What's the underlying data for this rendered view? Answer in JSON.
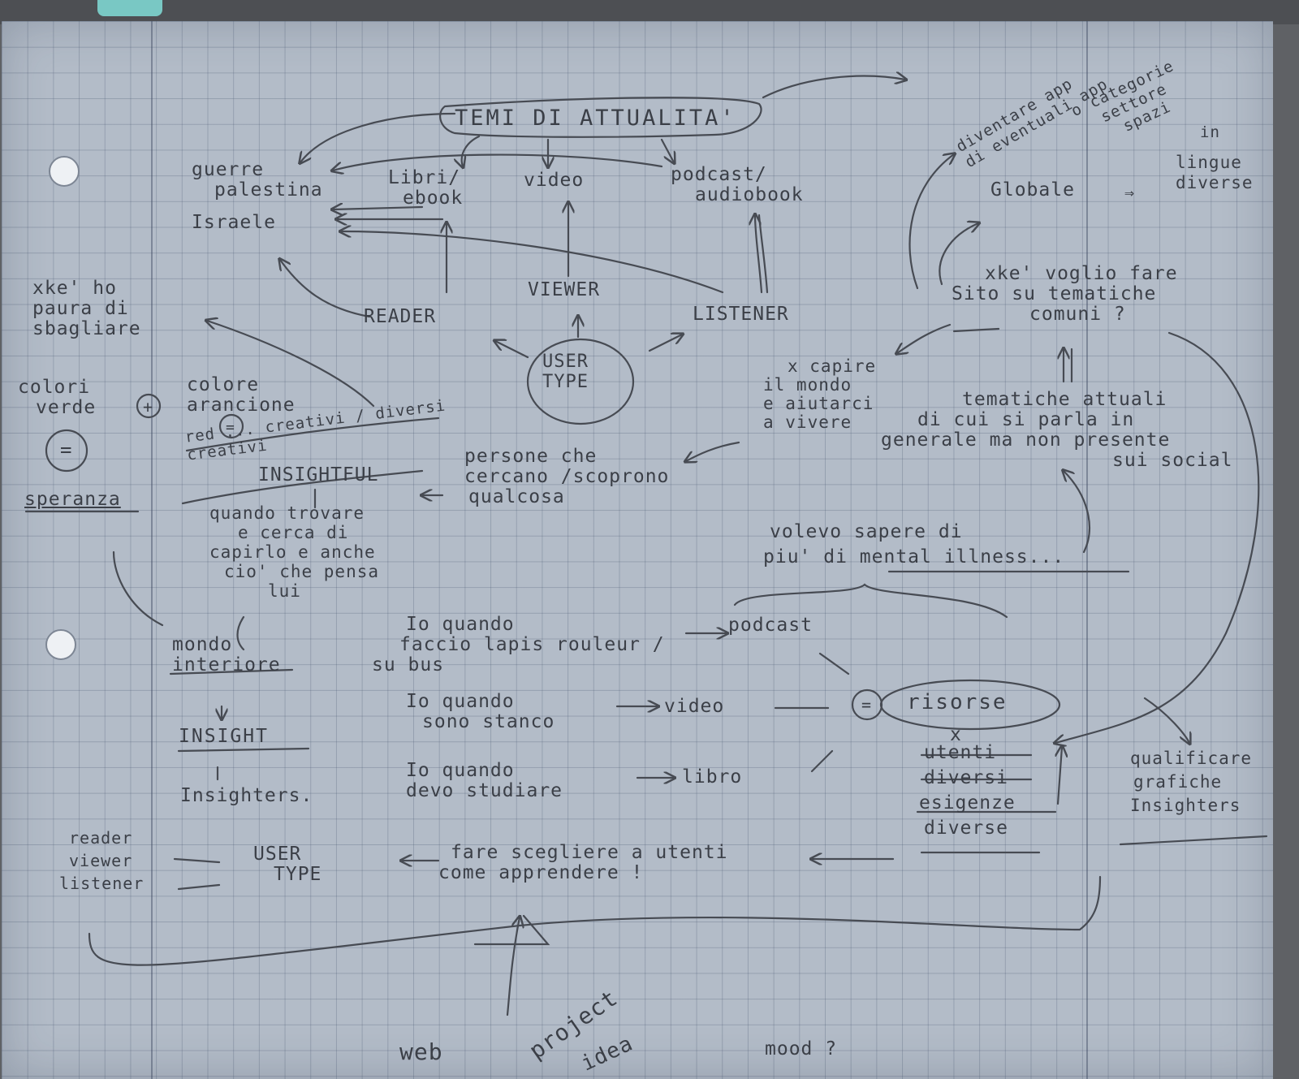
{
  "center": {
    "line1": "USER",
    "line2": "TYPE"
  },
  "top": {
    "title": "TEMI DI ATTUALITA'"
  },
  "topics": {
    "left": [
      "guerre",
      "palestina",
      "Israele"
    ],
    "books": [
      "Libri/",
      "ebook"
    ],
    "video": "video",
    "podcast": [
      "podcast/",
      "audiobook"
    ]
  },
  "users": {
    "reader": "READER",
    "viewer": "VIEWER",
    "listener": "LISTENER"
  },
  "left_notes": {
    "why": [
      "xke' ho",
      "paura di",
      "sbagliare"
    ],
    "colori": [
      "colori",
      "verde"
    ],
    "speranza": "speranza",
    "icon_plus": "+",
    "icon_equals": "=",
    "colore": [
      "colore",
      "arancione"
    ],
    "creativi": [
      "red ... creativi / diversi",
      "creativi"
    ],
    "insightful": "INSIGHTFUL",
    "insightful_desc": [
      "quando trovare",
      "e cerca di",
      "capirlo e anche",
      "cio' che pensa",
      "lui"
    ],
    "persone": [
      "persone che",
      "cercano /scoprono",
      "qualcosa"
    ]
  },
  "right_top": {
    "diagonal": [
      "diventare app",
      "di eventuali app",
      "o categorie",
      "settore",
      "spazi",
      "in"
    ],
    "globale": "Globale",
    "lingue": [
      "lingue",
      "diverse"
    ],
    "xke": [
      "xke' voglio fare",
      "Sito su tematiche",
      "comuni ?"
    ]
  },
  "capire": [
    "x capire",
    "il mondo",
    "e aiutarci",
    "a vivere"
  ],
  "tematiche": [
    "tematiche attuali",
    "di cui si parla in",
    "generale ma non presente",
    "sui social"
  ],
  "volevo": [
    "volevo sapere di",
    "piu' di mental illness..."
  ],
  "mondo": [
    "mondo",
    "interiore"
  ],
  "insight": {
    "title": "INSIGHT",
    "insighters": "Insighters."
  },
  "situations": [
    {
      "lines": [
        "Io quando",
        "faccio lapis rouleur /",
        "su bus"
      ],
      "result": "podcast"
    },
    {
      "lines": [
        "Io quando",
        "sono stanco"
      ],
      "result": "video"
    },
    {
      "lines": [
        "Io quando",
        "devo studiare"
      ],
      "result": "libro"
    }
  ],
  "risorse": {
    "label": "risorse",
    "equals": "=",
    "x": "x",
    "desc": [
      "utenti",
      "diversi",
      "esigenze",
      "diverse"
    ]
  },
  "right_bottom": [
    "qualificare",
    "grafiche",
    "Insighters"
  ],
  "bottom": {
    "left": [
      "reader",
      "viewer",
      "listener"
    ],
    "user_type": [
      "USER",
      "TYPE"
    ],
    "choose": [
      "fare scegliere a utenti",
      "come apprendere !"
    ],
    "web": "web",
    "project": [
      "project",
      "idea"
    ],
    "mood": "mood ?"
  }
}
